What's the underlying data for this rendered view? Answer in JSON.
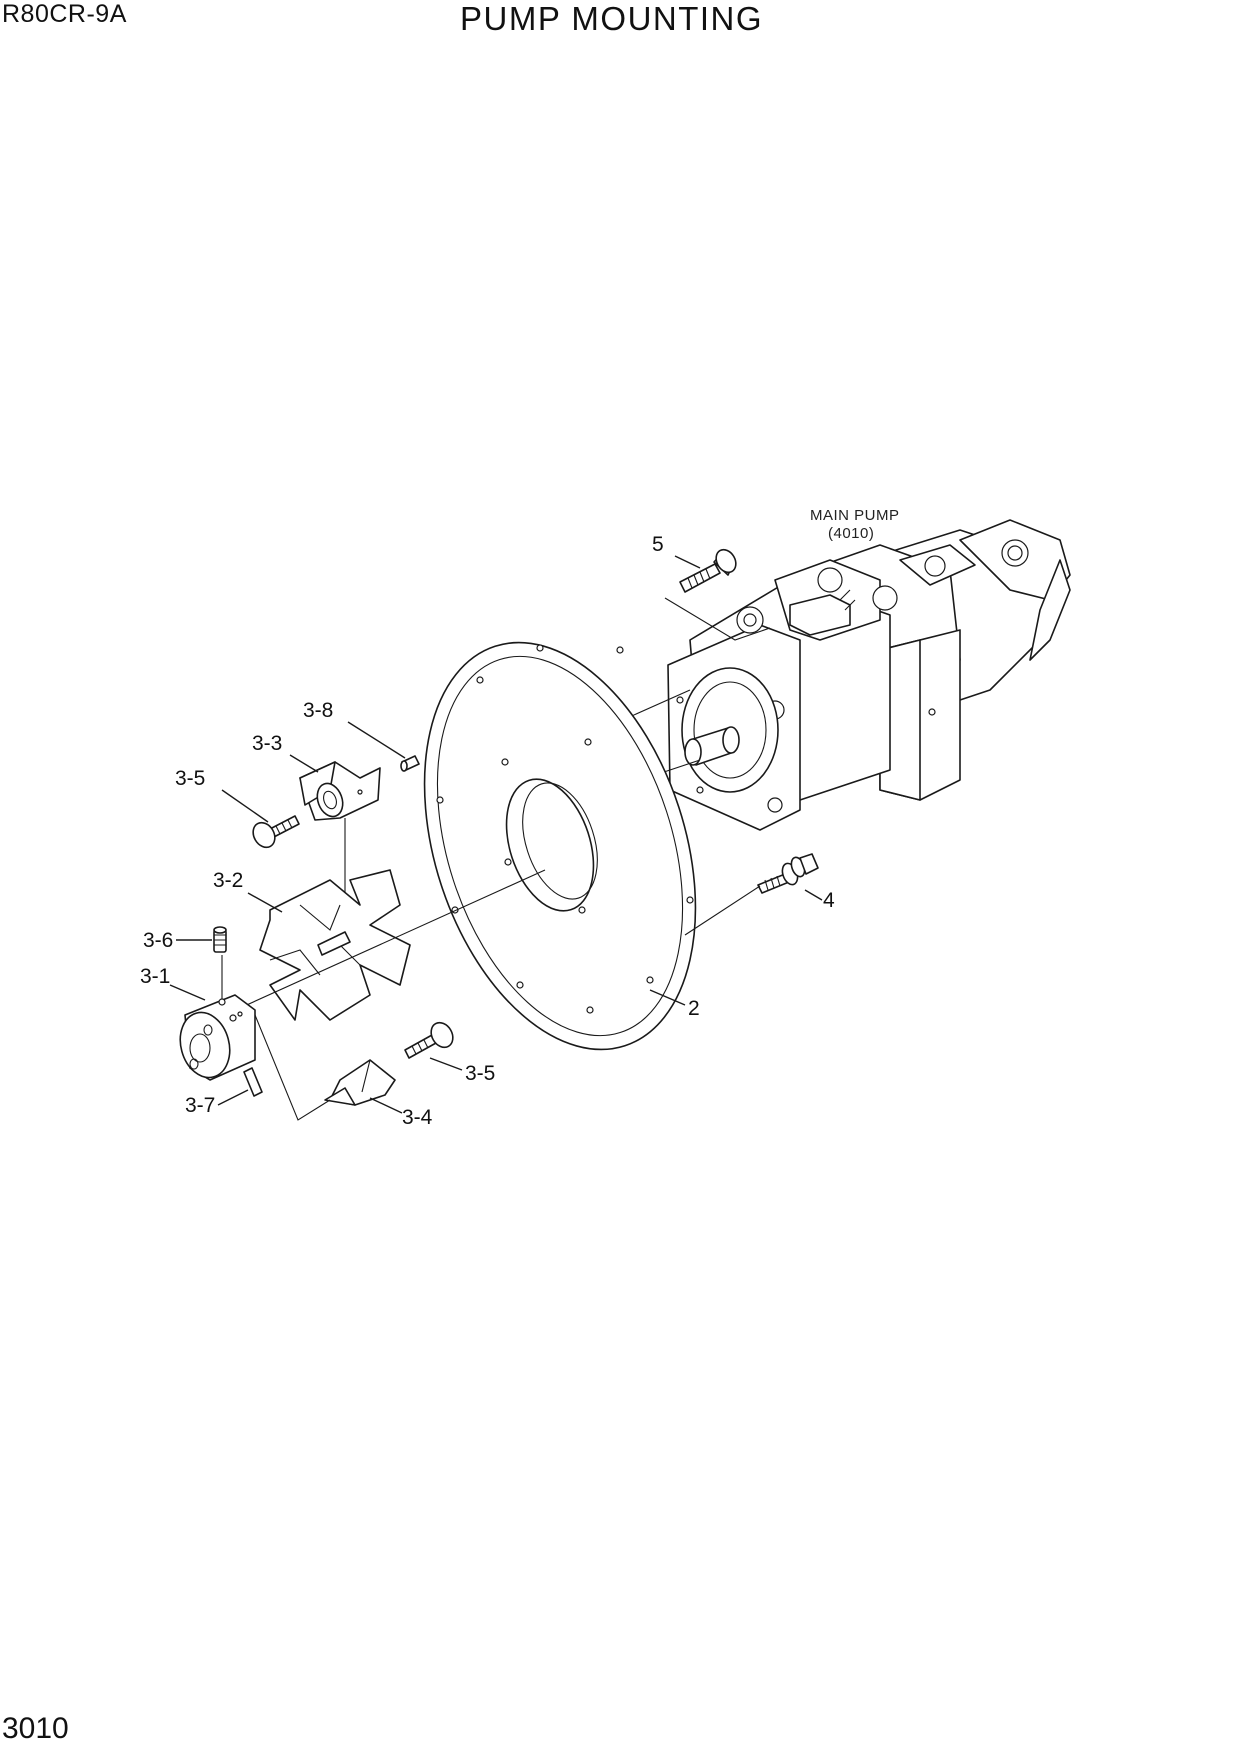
{
  "header": {
    "model": "R80CR-9A",
    "title": "PUMP MOUNTING"
  },
  "footer": {
    "page_number": "3010"
  },
  "diagram": {
    "reference": {
      "name": "MAIN PUMP",
      "code": "(4010)"
    },
    "callouts": {
      "c5": "5",
      "c3_8": "3-8",
      "c3_3": "3-3",
      "c3_5_top": "3-5",
      "c3_2": "3-2",
      "c3_6": "3-6",
      "c3_1": "3-1",
      "c3_7": "3-7",
      "c3_4": "3-4",
      "c3_5_bottom": "3-5",
      "c2": "2",
      "c4": "4"
    }
  }
}
